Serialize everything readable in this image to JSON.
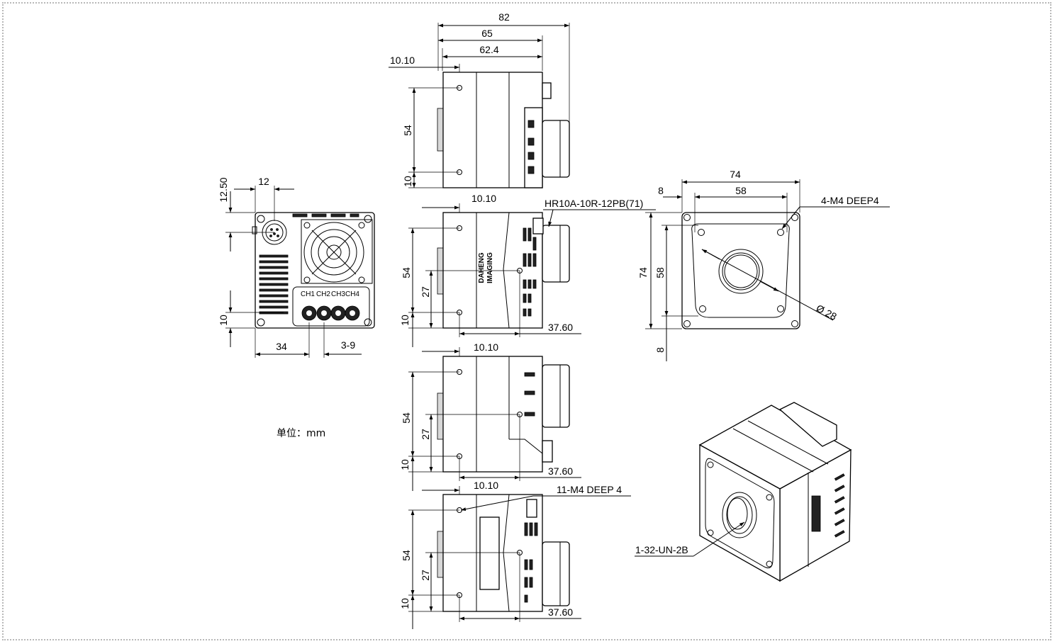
{
  "unit_label": "单位：mm",
  "top_view": {
    "dims": [
      "82",
      "65",
      "62.4",
      "10.10",
      "54",
      "10"
    ]
  },
  "side_view_1": {
    "dims": [
      "10.10",
      "54",
      "27",
      "10",
      "37.60"
    ],
    "connector_label": "HR10A-10R-12PB(71)",
    "logo_text": [
      "DAHENG",
      "IMAGING"
    ]
  },
  "side_view_2": {
    "dims": [
      "10.10",
      "54",
      "27",
      "10",
      "37.60"
    ]
  },
  "side_view_3": {
    "dims": [
      "10.10",
      "54",
      "27",
      "10",
      "37.60"
    ],
    "hole_label": "11-M4 DEEP 4"
  },
  "back_view": {
    "dims": [
      "12.50",
      "12",
      "10",
      "34",
      "3-9"
    ],
    "channels": [
      "CH1",
      "CH2",
      "CH3",
      "CH4"
    ]
  },
  "front_view": {
    "dims": [
      "74",
      "8",
      "58",
      "74",
      "58",
      "8"
    ],
    "hole_label": "4-M4 DEEP4",
    "diameter_label": "Ø 28"
  },
  "iso_view": {
    "mount_label": "1-32-UN-2B"
  }
}
